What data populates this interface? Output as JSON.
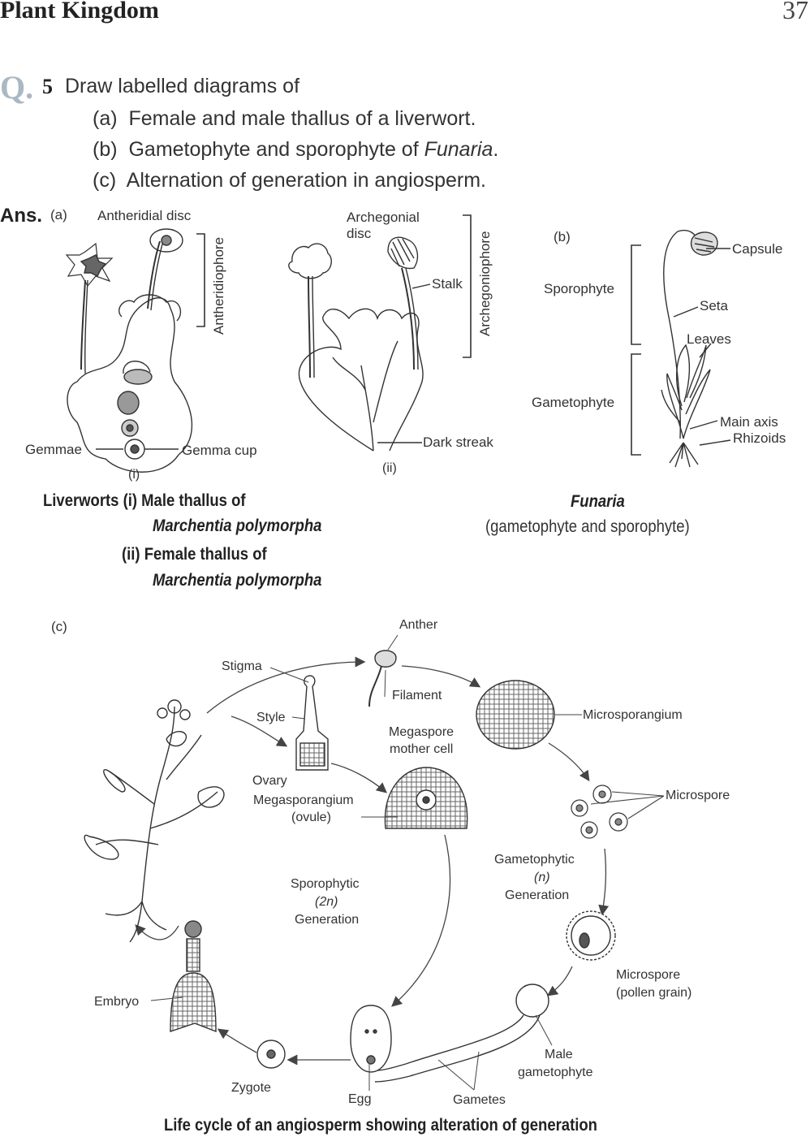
{
  "header": {
    "title": "Plant Kingdom",
    "page_number": "37"
  },
  "question": {
    "mark": "Q.",
    "number": "5",
    "text": "Draw labelled diagrams of",
    "items": [
      {
        "label": "(a)",
        "text": "Female and male thallus of a liverwort."
      },
      {
        "label": "(b)",
        "text": "Gametophyte and sporophyte of ",
        "italic": "Funaria",
        "suffix": "."
      },
      {
        "label": "(c)",
        "text": "Alternation of generation in angiosperm."
      }
    ]
  },
  "answer": {
    "prefix": "Ans.",
    "fig_a": {
      "label": "(a)",
      "male_labels": {
        "antheridial_disc": "Antheridial disc",
        "antheridiophore": "Antheridiophore",
        "gemmae": "Gemmae",
        "gemma_cup": "Gemma cup",
        "sub": "(i)"
      },
      "female_labels": {
        "archegonial_disc_1": "Archegonial",
        "archegonial_disc_2": "disc",
        "archegoniophore": "Archegoniophore",
        "stalk": "Stalk",
        "dark_streak": "Dark streak",
        "sub": "(ii)"
      },
      "caption": {
        "line1": "Liverworts (i) Male thallus of",
        "line2": "Marchentia polymorpha",
        "line3": "(ii) Female thallus of",
        "line4": "Marchentia polymorpha"
      }
    },
    "fig_b": {
      "label": "(b)",
      "labels": {
        "capsule": "Capsule",
        "sporophyte": "Sporophyte",
        "seta": "Seta",
        "leaves": "Leaves",
        "gametophyte": "Gametophyte",
        "main_axis": "Main axis",
        "rhizoids": "Rhizoids"
      },
      "caption": {
        "line1": "Funaria",
        "line2": "(gametophyte and sporophyte)"
      }
    },
    "fig_c": {
      "label": "(c)",
      "labels": {
        "anther": "Anther",
        "stigma": "Stigma",
        "filament": "Filament",
        "microsporangium": "Microsporangium",
        "style": "Style",
        "megaspore_mother_1": "Megaspore",
        "megaspore_mother_2": "mother cell",
        "ovary": "Ovary",
        "megasporangium_1": "Megasporangium",
        "megasporangium_2": "(ovule)",
        "microspore": "Microspore",
        "gametophytic_1": "Gametophytic",
        "gametophytic_2": "(n)",
        "gametophytic_3": "Generation",
        "sporophytic_1": "Sporophytic",
        "sporophytic_2": "(2n)",
        "sporophytic_3": "Generation",
        "pollen_1": "Microspore",
        "pollen_2": "(pollen grain)",
        "embryo": "Embryo",
        "male_gameto_1": "Male",
        "male_gameto_2": "gametophyte",
        "zygote": "Zygote",
        "egg": "Egg",
        "gametes": "Gametes"
      },
      "caption": "Life cycle of an angiosperm showing alteration of generation"
    }
  }
}
